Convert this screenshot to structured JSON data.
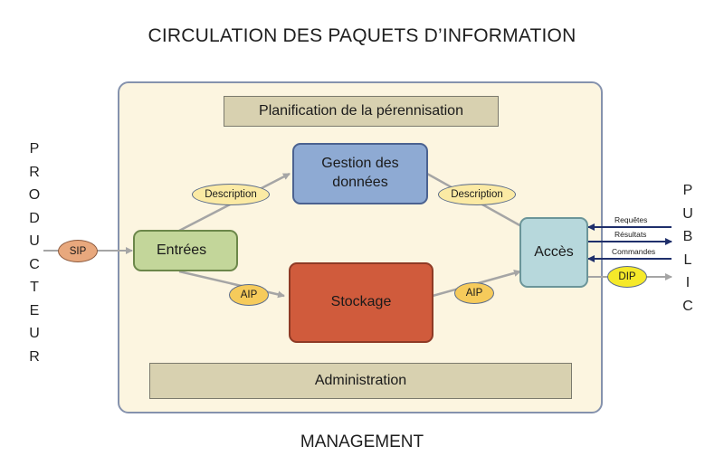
{
  "title": "CIRCULATION DES PAQUETS D’INFORMATION",
  "footer": "MANAGEMENT",
  "left_label": [
    "P",
    "R",
    "O",
    "D",
    "U",
    "C",
    "T",
    "E",
    "U",
    "R"
  ],
  "right_label": [
    "P",
    "U",
    "B",
    "L",
    "I",
    "C"
  ],
  "planning": "Planification de la pérennisation",
  "administration": "Administration",
  "gestion": "Gestion des données",
  "entrees": "Entrées",
  "stockage": "Stockage",
  "acces": "Accès",
  "ovals": {
    "sip": "SIP",
    "desc_left": "Description",
    "desc_right": "Description",
    "aip_left": "AIP",
    "aip_right": "AIP",
    "dip": "DIP"
  },
  "flows": {
    "requetes": "Requêtes",
    "resultats": "Résultats",
    "commandes": "Commandes"
  },
  "colors": {
    "frame_bg": "#fcf5e0",
    "frame_border": "#8592ad",
    "bar_bg": "#d8d1b0",
    "gestion": "#8eaad3",
    "entrees": "#c3d69a",
    "stockage": "#d05b3c",
    "acces": "#b7d8dc",
    "desc_oval": "#fbeaa4",
    "aip_oval": "#f6cb5b",
    "sip_oval": "#e8a87d",
    "dip_oval": "#f5e92a",
    "arrow_gray": "#a5a5a5",
    "arrow_navy": "#1f2f6b"
  }
}
